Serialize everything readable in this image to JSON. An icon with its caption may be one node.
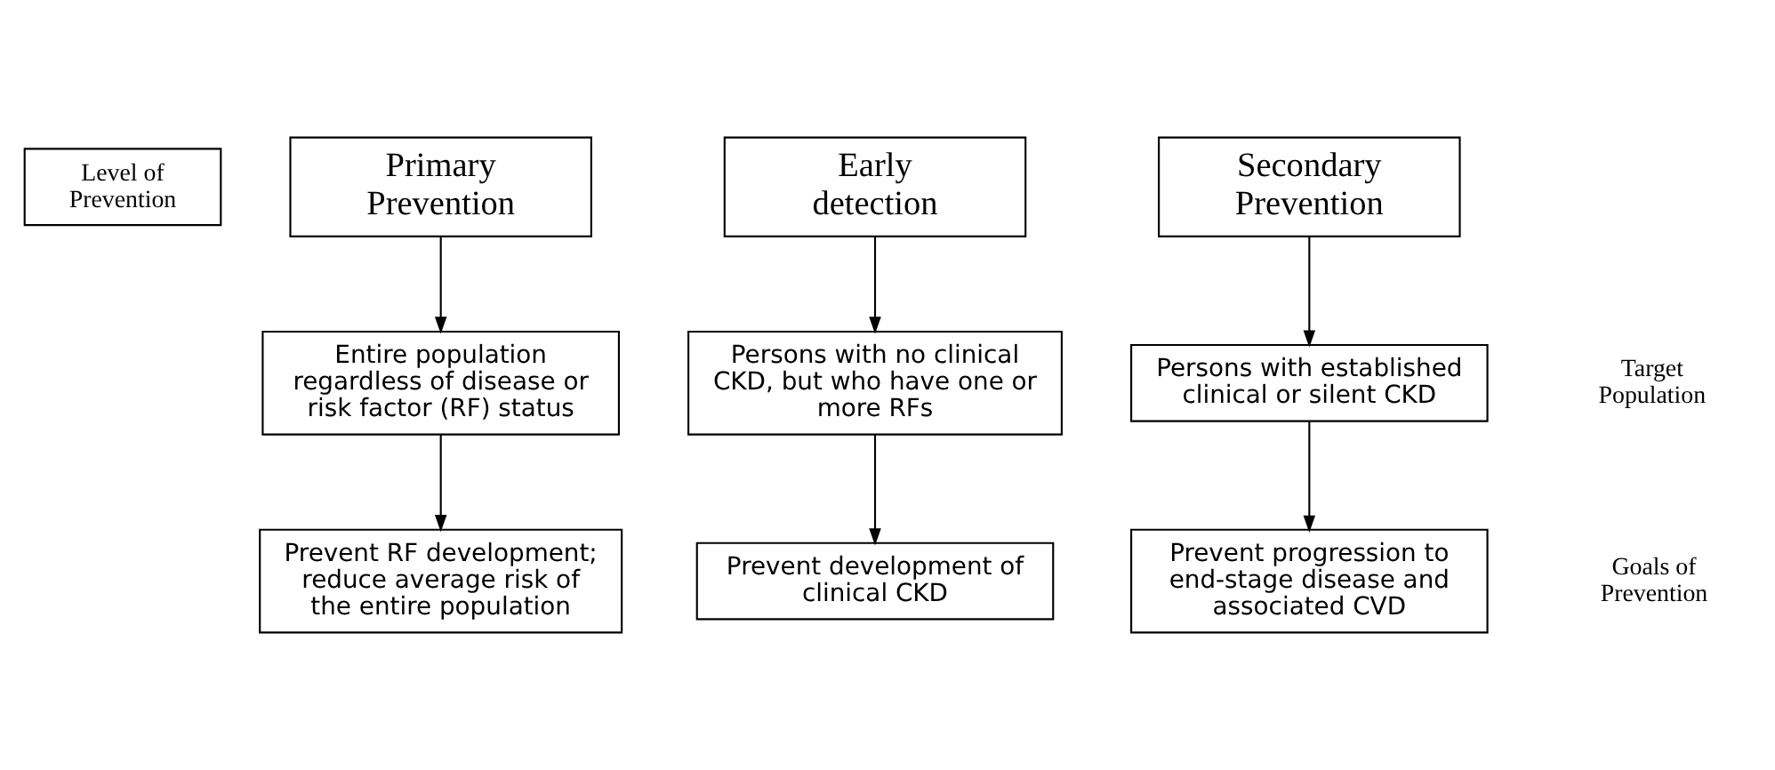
{
  "diagram": {
    "nodes": [
      {
        "text": [
          "Level of Prevention"
        ]
      },
      {
        "text": [
          "Primary Prevention"
        ]
      },
      {
        "text": [
          "Early detection"
        ]
      },
      {
        "text": [
          "Secondary Prevention"
        ]
      },
      {
        "text": [
          "Entire population regardless of disease or risk factor (RF) status"
        ]
      },
      {
        "text": [
          "Persons with no clinical CKD, but who have one or more RFs"
        ]
      },
      {
        "text": [
          "Persons with established clinical or silent CKD"
        ]
      },
      {
        "text": [
          "Prevent RF development; reduce average risk of the entire population"
        ]
      },
      {
        "text": [
          "Prevent development of clinical CKD"
        ]
      },
      {
        "text": [
          "Prevent progression to end-stage disease and associated CVD"
        ]
      }
    ],
    "edges": [
      {
        "from": 1,
        "to": 4,
        "arrow": "to"
      },
      {
        "from": 2,
        "to": 5,
        "arrow": "to"
      },
      {
        "from": 3,
        "to": 6,
        "arrow": "to"
      },
      {
        "from": 4,
        "to": 7,
        "arrow": "to"
      },
      {
        "from": 5,
        "to": 8,
        "arrow": "to"
      },
      {
        "from": 6,
        "to": 9,
        "arrow": "to"
      }
    ],
    "labels": [
      "Target Population",
      "Goals of Prevention"
    ]
  }
}
